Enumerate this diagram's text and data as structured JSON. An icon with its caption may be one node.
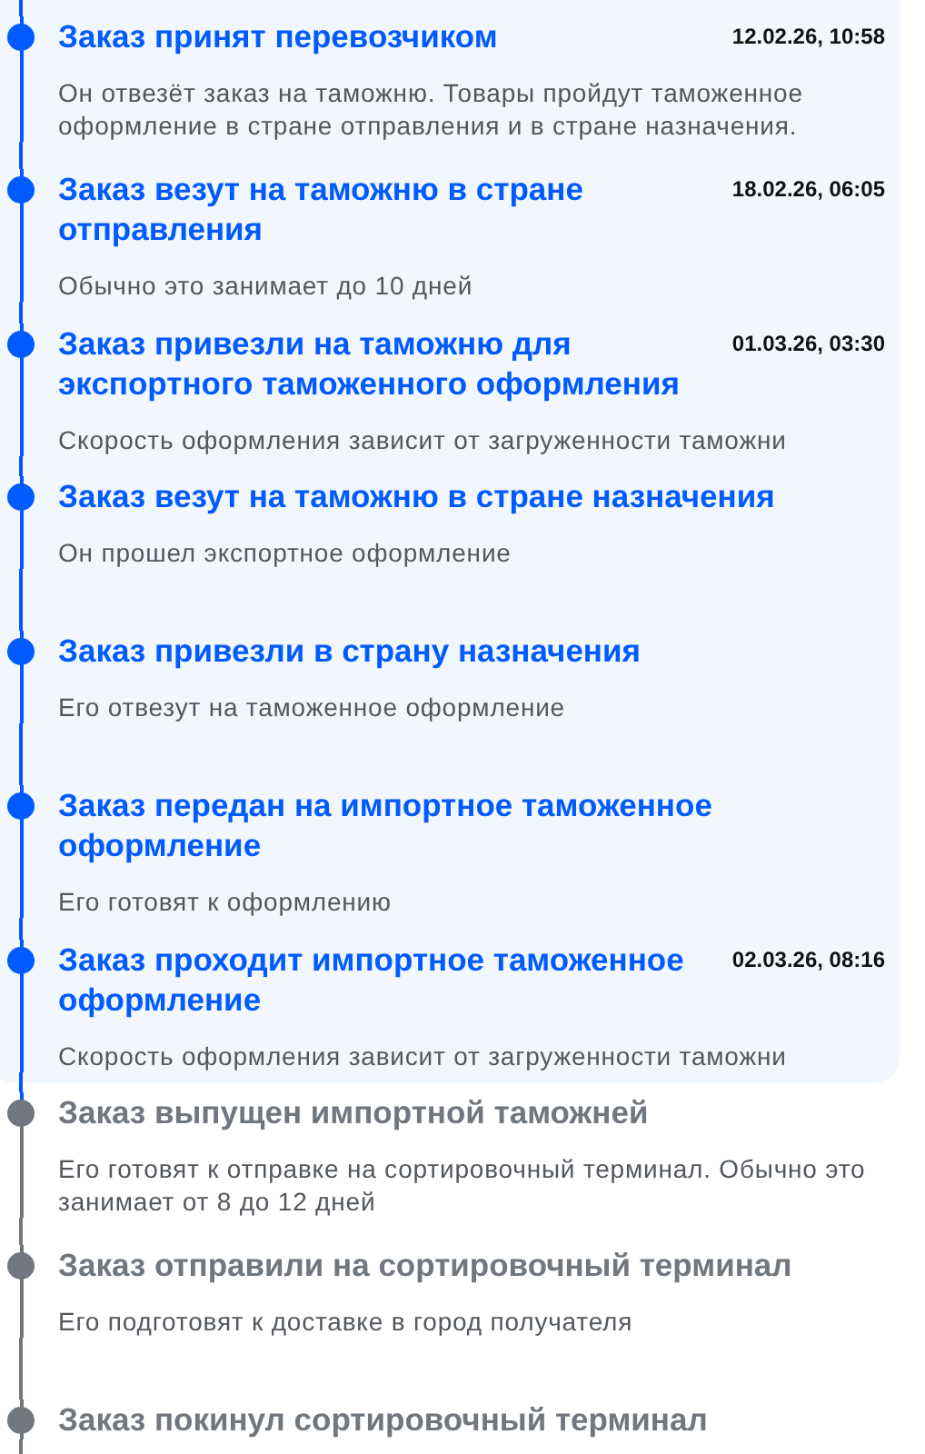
{
  "diagram": {
    "nodes": [
      {
        "text": [],
        "shape": "box"
      },
      {
        "text": [
          "Заказ принят перевозчиком",
          "12.02.26, 10:58",
          "Он отвезёт заказ на таможню. Товары пройдут таможенное оформление в стране отправления и в стране назначения."
        ],
        "in": 0
      },
      {
        "text": [
          "Заказ везут на таможню в стране отправления",
          "18.02.26, 06:05",
          "Обычно это занимает до 10 дней"
        ],
        "in": 0
      },
      {
        "text": [
          "Заказ привезли на таможню для экспортного таможенного оформления",
          "01.03.26, 03:30",
          "Скорость оформления зависит от загруженности таможни"
        ],
        "in": 0
      },
      {
        "text": [
          "Заказ везут на таможню в стране назначения",
          "Он прошел экспортное оформление"
        ],
        "in": 0
      },
      {
        "text": [
          "Заказ привезли в страну назначения",
          "Его отвезут на таможенное оформление"
        ],
        "in": 0
      },
      {
        "text": [
          "Заказ передан на импортное таможенное оформление",
          "Его готовят к оформлению"
        ],
        "in": 0
      },
      {
        "text": [
          "Заказ проходит импортное таможенное оформление",
          "02.03.26, 08:16",
          "Скорость оформления зависит от загруженности таможни"
        ],
        "in": 0
      },
      {
        "text": [
          "Заказ выпущен импортной таможней",
          "Его готовят к отправке на сортировочный терминал. Обычно это занимает от 8 до 12 дней"
        ]
      },
      {
        "text": [
          "Заказ отправили на сортировочный терминал",
          "Его подготовят к доставке в город получателя"
        ]
      },
      {
        "text": [
          "Заказ покинул сортировочный терминал"
        ]
      }
    ],
    "edges": [
      {
        "from": null,
        "to": 1,
        "arrow": "none"
      },
      {
        "from": 1,
        "to": 2,
        "arrow": "none"
      },
      {
        "from": 2,
        "to": 3,
        "arrow": "none"
      },
      {
        "from": 3,
        "to": 4,
        "arrow": "none"
      },
      {
        "from": 4,
        "to": 5,
        "arrow": "none"
      },
      {
        "from": 5,
        "to": 6,
        "arrow": "none"
      },
      {
        "from": 6,
        "to": 7,
        "arrow": "none"
      },
      {
        "from": 7,
        "to": 8,
        "arrow": "none"
      },
      {
        "from": 8,
        "to": 9,
        "arrow": "none",
        "color": "#71777e"
      },
      {
        "from": 9,
        "to": 10,
        "arrow": "none",
        "color": "#71777e"
      },
      {
        "from": 10,
        "to": null,
        "arrow": "none",
        "color": "#71777e"
      }
    ]
  }
}
